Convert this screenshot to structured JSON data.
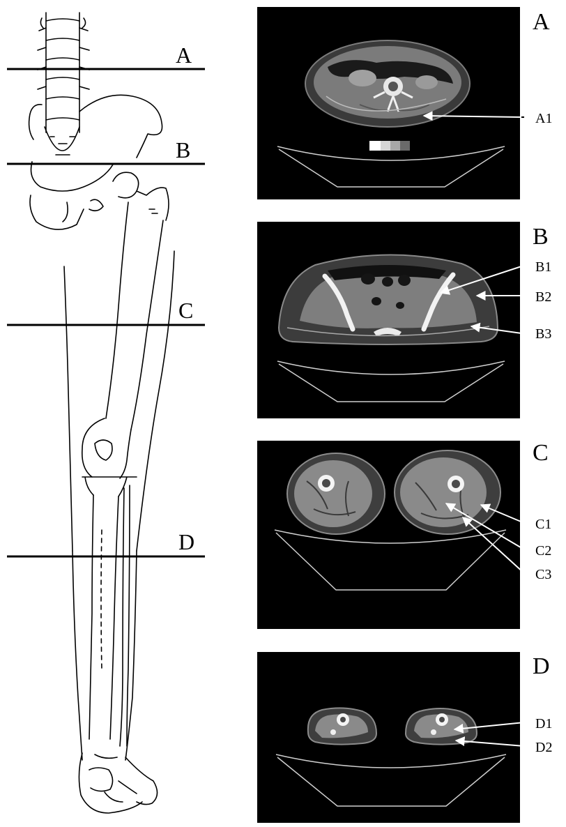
{
  "cutlines": [
    {
      "label": "A"
    },
    {
      "label": "B"
    },
    {
      "label": "C"
    },
    {
      "label": "D"
    }
  ],
  "panels": [
    {
      "label": "A",
      "markers": [
        "A1"
      ]
    },
    {
      "label": "B",
      "markers": [
        "B1",
        "B2",
        "B3"
      ]
    },
    {
      "label": "C",
      "markers": [
        "C1",
        "C2",
        "C3"
      ]
    },
    {
      "label": "D",
      "markers": [
        "D1",
        "D2"
      ]
    }
  ]
}
